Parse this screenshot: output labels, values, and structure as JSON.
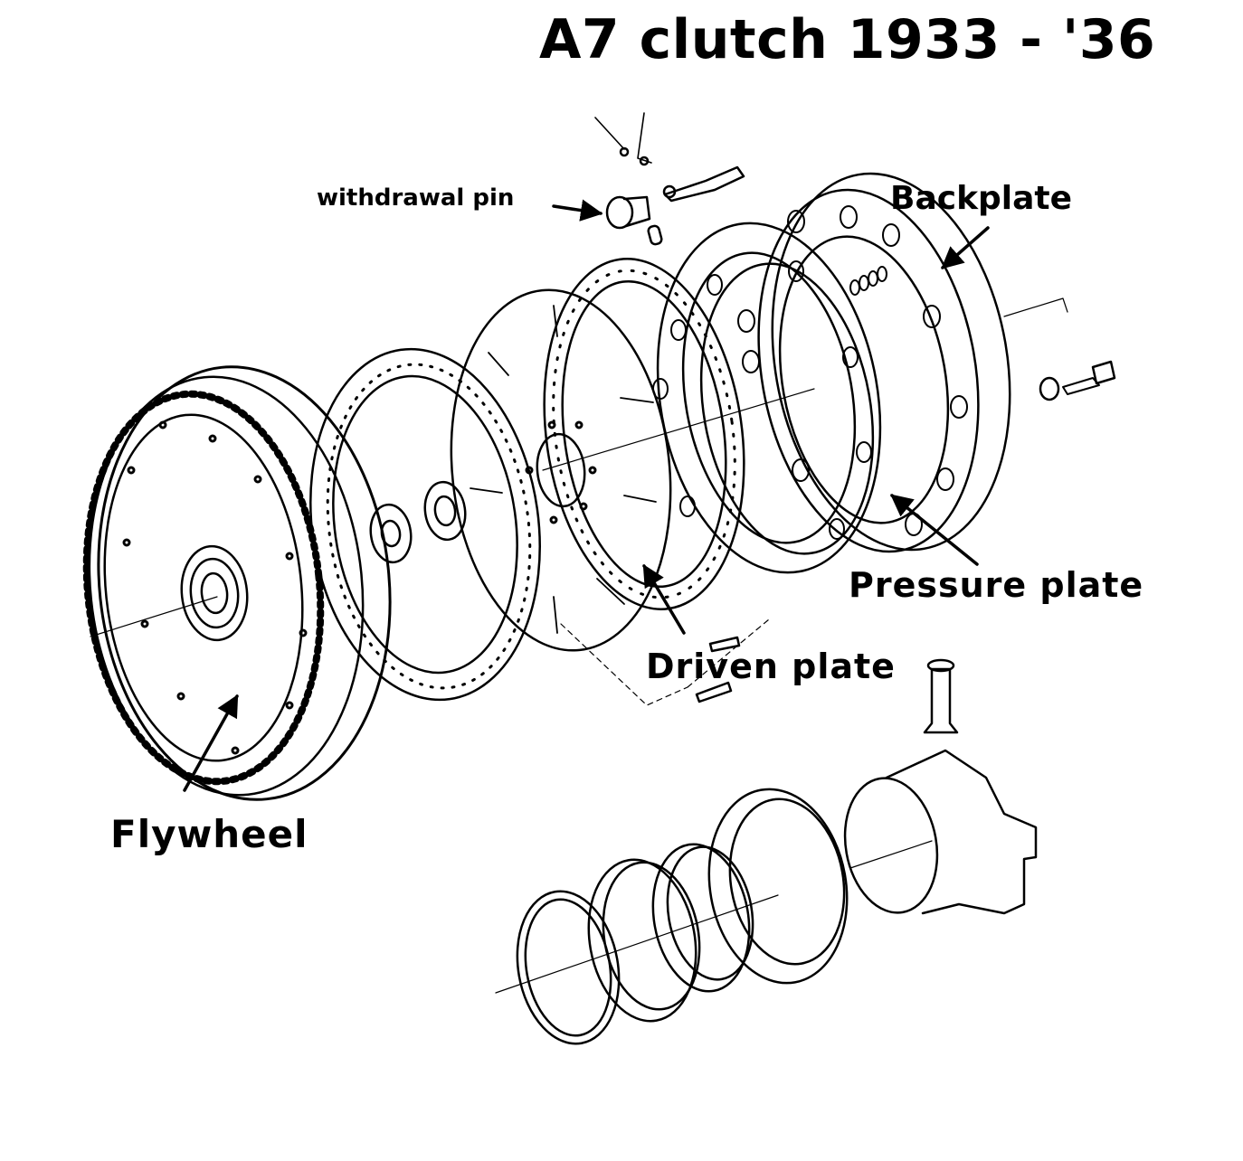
{
  "title": "A7 clutch 1933 - '36",
  "labels": {
    "withdrawal_pin": "withdrawal pin",
    "backplate": "Backplate",
    "pressure_plate": "Pressure plate",
    "driven_plate": "Driven plate",
    "flywheel": "Flywheel"
  },
  "colors": {
    "ink": "#000000",
    "paper": "#ffffff"
  }
}
